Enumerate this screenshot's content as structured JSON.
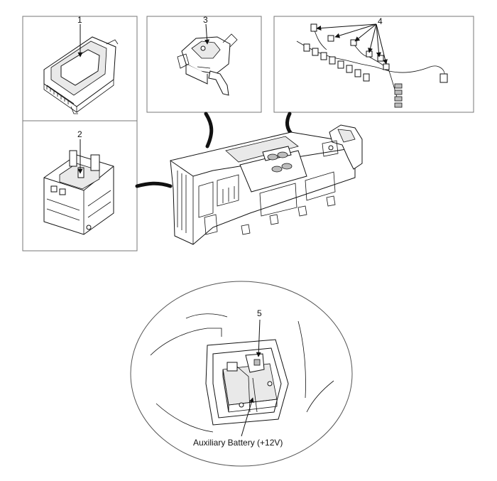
{
  "callouts": {
    "c1": "1",
    "c2": "2",
    "c3": "3",
    "c4": "4",
    "c5": "5"
  },
  "caption": {
    "battery": "Auxiliary Battery (+12V)"
  }
}
